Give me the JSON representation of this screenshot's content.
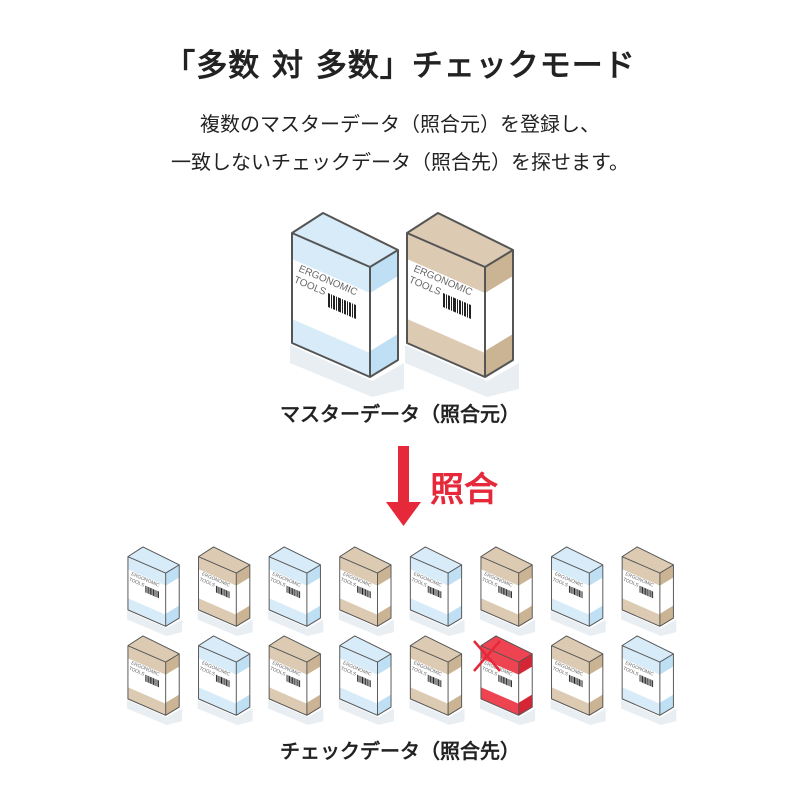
{
  "title": "「多数 対 多数」チェックモード",
  "subtitle_lines": [
    "複数のマスターデータ（照合元）を登録し、",
    "一致しないチェックデータ（照合先）を探せます。"
  ],
  "master_label": "マスターデータ（照合元）",
  "match_label": "照合",
  "check_label": "チェックデータ（照合先）",
  "box_print": {
    "line1": "ERGONOMIC",
    "line2": "TOOLS"
  },
  "colors": {
    "accent_red": "#e5283a",
    "blue_box": "#d7ebf8",
    "tan_box": "#dccbb2",
    "mismatch_box": "#ee4452"
  },
  "master_boxes": [
    "blue",
    "tan"
  ],
  "check_boxes": {
    "row1": [
      "blue",
      "tan",
      "blue",
      "tan",
      "blue",
      "tan",
      "blue",
      "tan"
    ],
    "row2": [
      "tan",
      "blue",
      "tan",
      "blue",
      "tan",
      "red",
      "tan",
      "blue"
    ]
  },
  "mismatch_mark": "x-mark-icon"
}
